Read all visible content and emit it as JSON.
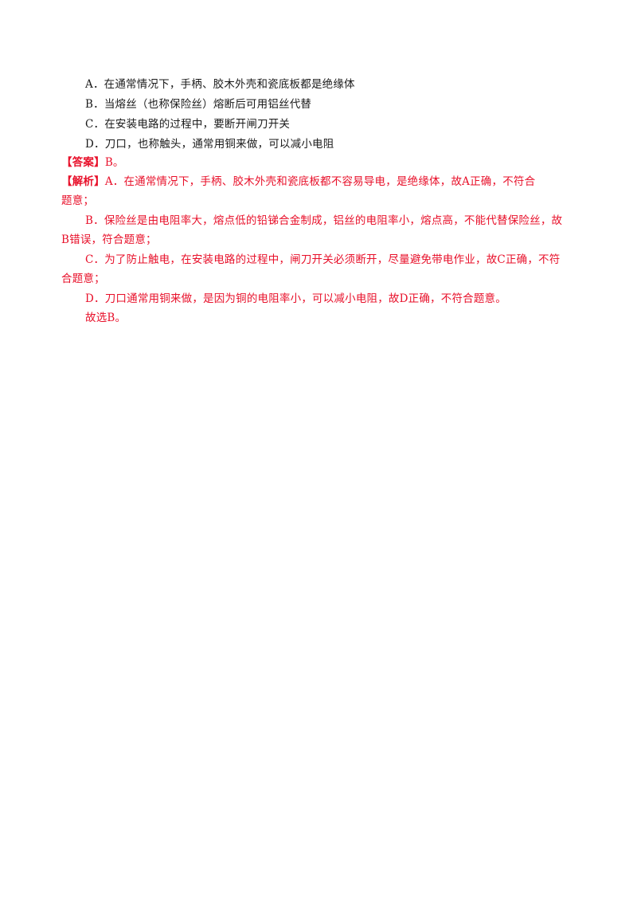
{
  "options": [
    {
      "text": "A．在通常情况下，手柄、胶木外壳和瓷底板都是绝缘体"
    },
    {
      "text": "B．当熔丝（也称保险丝）熔断后可用铝丝代替"
    },
    {
      "text": "C．在安装电路的过程中，要断开闸刀开关"
    },
    {
      "text": "D．刀口，也称触头，通常用铜来做，可以减小电阻"
    }
  ],
  "answer": {
    "tag": "【答案】",
    "text": "B。"
  },
  "analysis": {
    "tag": "【解析】",
    "line1": "A．在通常情况下，手柄、胶木外壳和瓷底板都不容易导电，是绝缘体，故A正确，不符合",
    "line2": "题意；",
    "line3": "B．保险丝是由电阻率大，熔点低的铅锑合金制成，铝丝的电阻率小，熔点高，不能代替保险丝，故",
    "line4": "B错误，符合题意；",
    "line5": "C．为了防止触电，在安装电路的过程中，闸刀开关必须断开，尽量避免带电作业，故C正确，不符",
    "line6": "合题意；",
    "line7": "D．刀口通常用铜来做，是因为铜的电阻率小，可以减小电阻，故D正确，不符合题意。",
    "line8": "故选B。"
  }
}
